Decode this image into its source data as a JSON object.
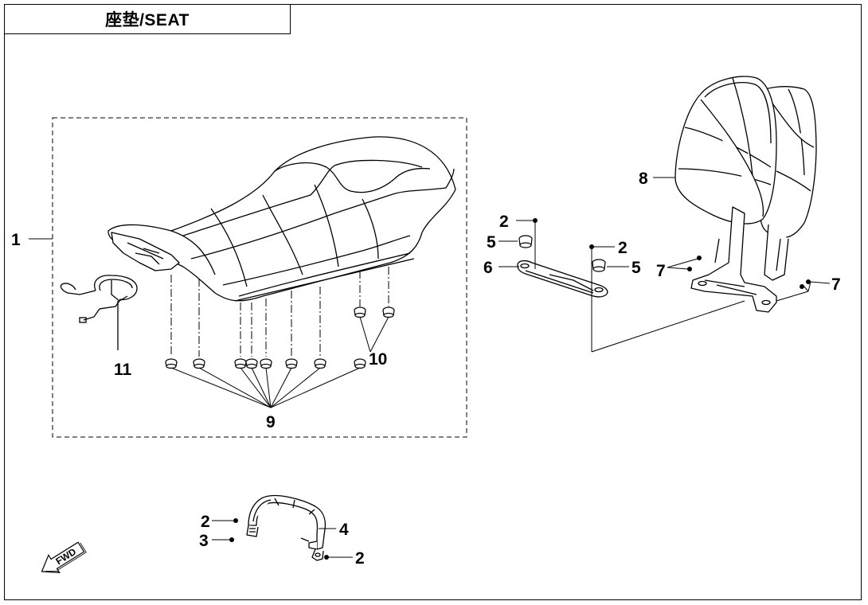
{
  "title": "座垫/SEAT",
  "fwd_label": "FWD",
  "callouts": {
    "seat_assembly": "1",
    "bolt_top_left": "2",
    "bolt_top_right": "2",
    "bolt_handle_left": "2",
    "bolt_handle_right": "2",
    "screw_handle": "3",
    "grab_handle": "4",
    "damper_left": "5",
    "damper_right": "5",
    "bracket_plate": "6",
    "nut_left": "7",
    "nut_right": "7",
    "backrest": "8",
    "rubber_pad": "9",
    "cushion_pad": "10",
    "lock_cable": "11"
  }
}
